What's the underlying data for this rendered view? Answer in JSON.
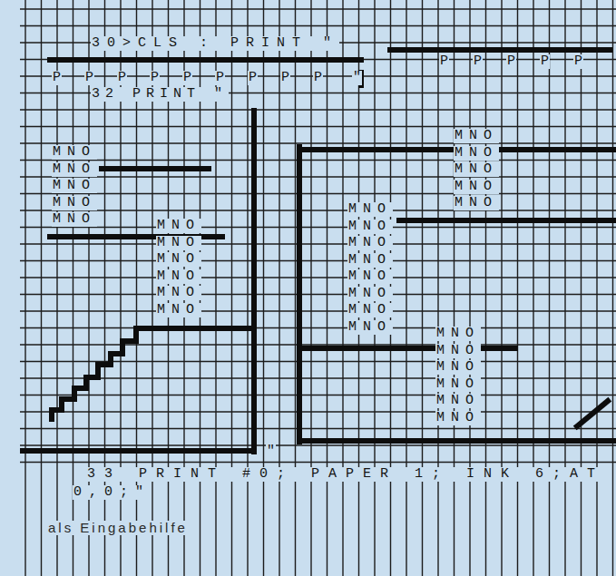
{
  "diagram": {
    "caption": "als Eingabehilfe",
    "labels": [
      "30>CLS : PRINT \"",
      "P",
      "P",
      "P",
      "P",
      "P",
      "P",
      "P",
      "P",
      "P",
      "P",
      "P",
      "P",
      "P",
      "P",
      "\"",
      "32 PRINT \"",
      "MNO",
      "MNO",
      "MNO",
      "MNO",
      "MNO",
      "MNO",
      "MNO",
      "MNO",
      "MNO",
      "MNO",
      "MNO",
      "MNO",
      "MNO",
      "MNO",
      "MNO",
      "MNO",
      "MNO",
      "MNO",
      "MNO",
      "MNO",
      "MNO",
      "MNO",
      "MNO",
      "MNO",
      "MNO",
      "MNO",
      "MNO",
      "MNO",
      "MNO",
      "MNO",
      "\"",
      "33 PRINT #0; PAPER 1; INK 6;AT",
      "0,0;\""
    ]
  }
}
